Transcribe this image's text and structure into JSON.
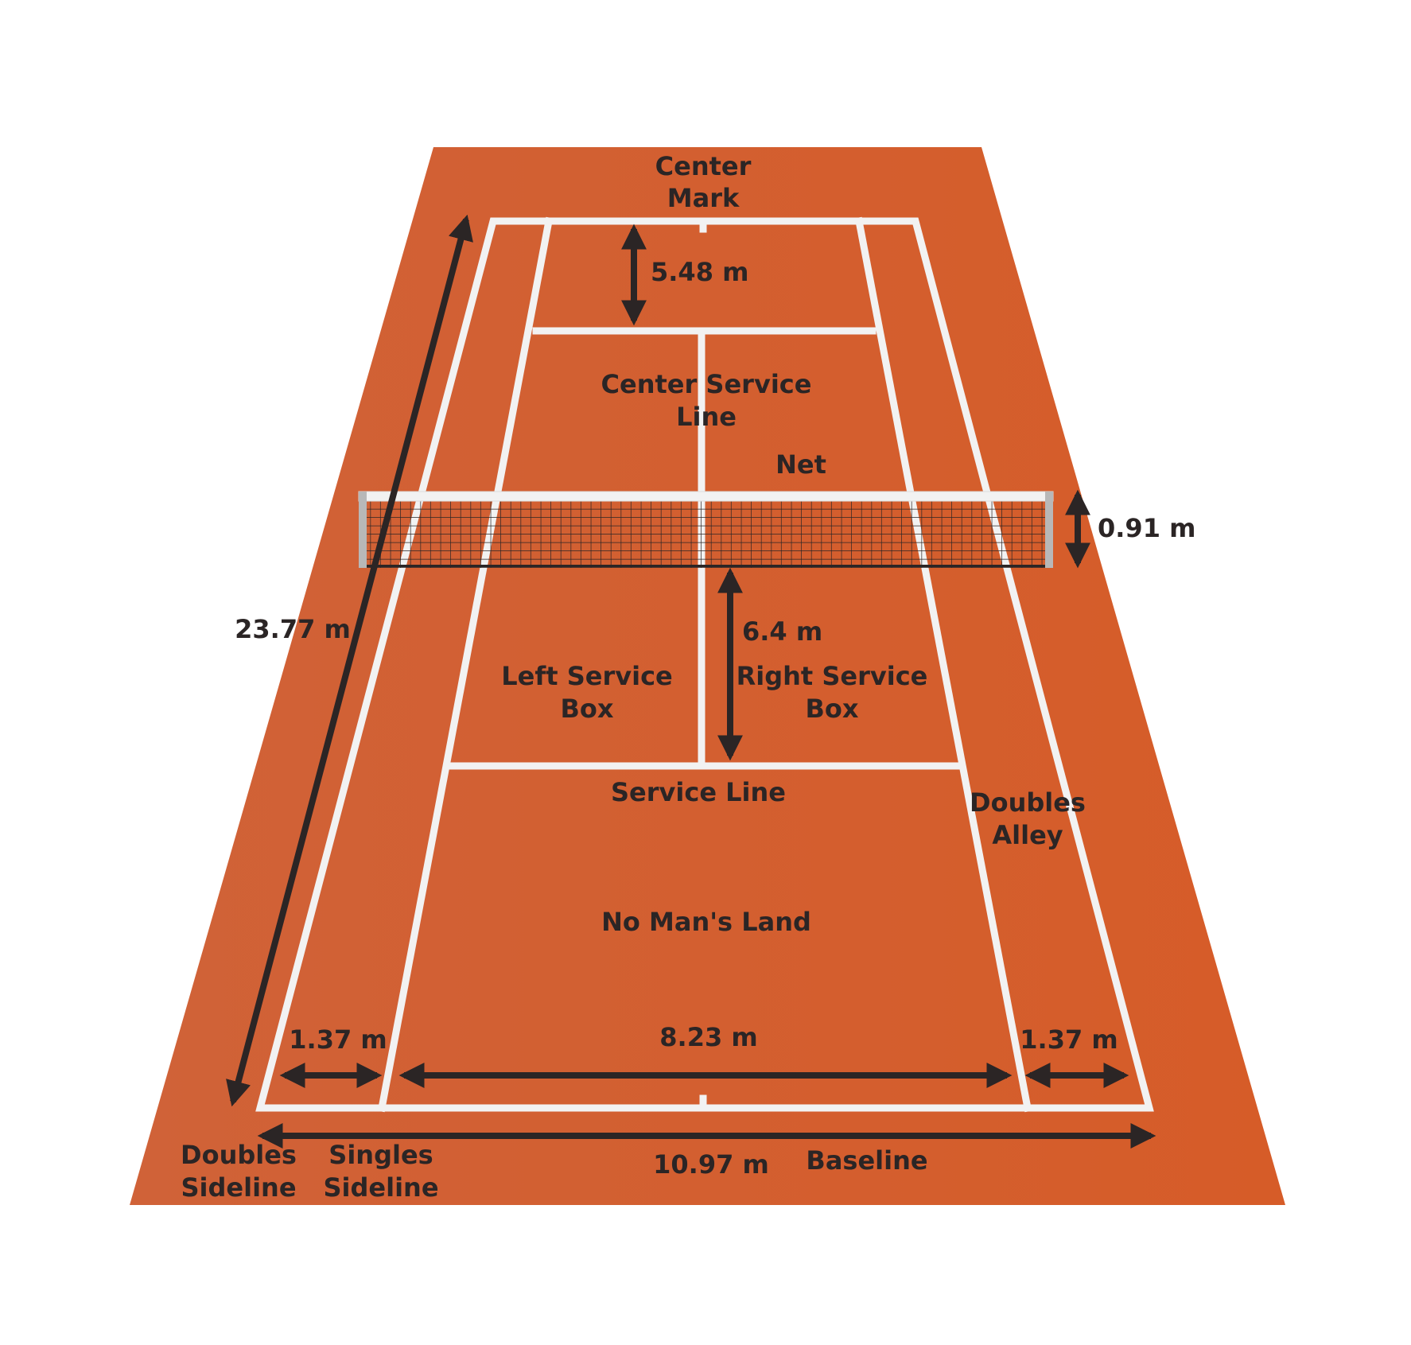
{
  "colors": {
    "background": "#ffffff",
    "court_light": "#d06238",
    "court_dark": "#d65c28",
    "court_lines": "#f2f2f2",
    "text": "#2b2525",
    "arrow": "#2b2525",
    "net_mesh": "#2b2525",
    "net_post": "#b8b8b8"
  },
  "labels": {
    "center_mark": [
      "Center",
      "Mark"
    ],
    "center_service_line": [
      "Center Service",
      "Line"
    ],
    "net": "Net",
    "left_service_box": [
      "Left Service",
      "Box"
    ],
    "right_service_box": [
      "Right Service",
      "Box"
    ],
    "service_line": "Service Line",
    "doubles_alley": [
      "Doubles",
      "Alley"
    ],
    "no_mans_land": "No Man's Land",
    "doubles_sideline": [
      "Doubles",
      "Sideline"
    ],
    "singles_sideline": [
      "Singles",
      "Sideline"
    ],
    "baseline": "Baseline"
  },
  "measurements": {
    "court_length": "23.77 m",
    "service_line_to_baseline": "5.48 m",
    "net_height": "0.91 m",
    "net_to_service_line": "6.4 m",
    "alley_width_left": "1.37 m",
    "singles_width": "8.23 m",
    "alley_width_right": "1.37 m",
    "doubles_width": "10.97 m"
  }
}
